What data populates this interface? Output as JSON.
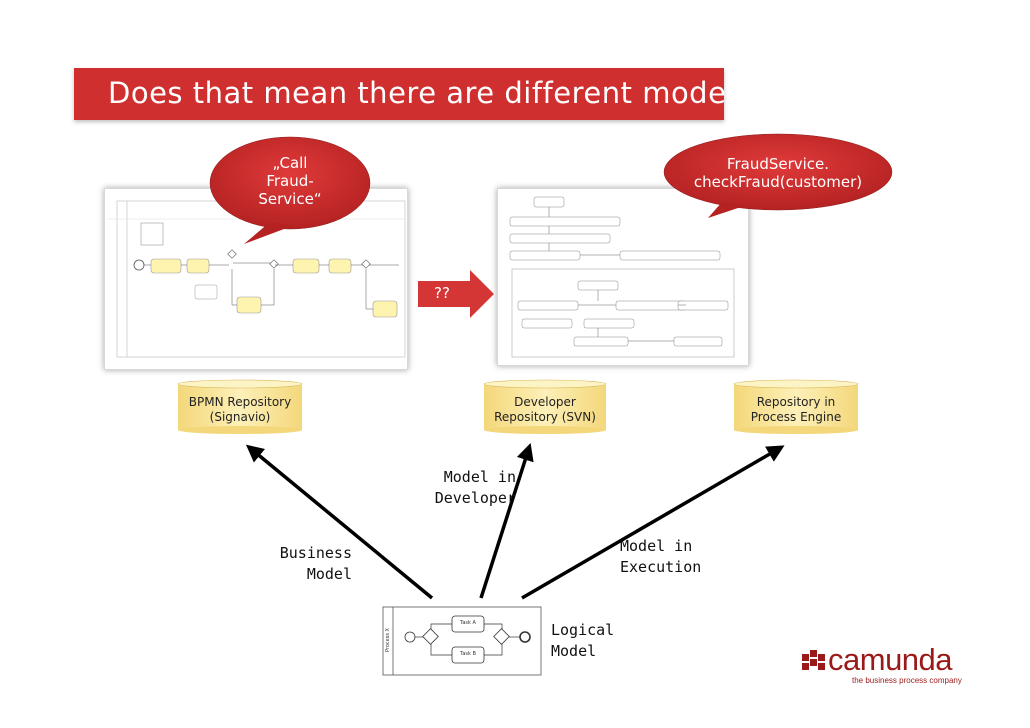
{
  "slide": {
    "title": "Does that mean there are different models?"
  },
  "bubbles": {
    "left": "„Call\nFraud-\nService“",
    "right": "FraudService.\ncheckFraud(customer)"
  },
  "middle_arrow": {
    "label": "??"
  },
  "repositories": {
    "bpmn": "BPMN Repository\n(Signavio)",
    "developer": "Developer\nRepository (SVN)",
    "engine": "Repository in\nProcess Engine"
  },
  "labels": {
    "business_model": "Business\nModel",
    "model_in_developer": "Model in\nDeveloper",
    "model_in_execution": "Model in\nExecution",
    "logical_model": "Logical\nModel"
  },
  "logical_diagram": {
    "pool_label": "Process X",
    "task_a": "Task A",
    "task_b": "Task B"
  },
  "logo": {
    "name": "camunda",
    "tagline": "the business process company"
  },
  "colors": {
    "accent_red": "#cf2f2f",
    "cylinder_fill": "#fbe9a6",
    "task_fill": "#fff3b0"
  }
}
